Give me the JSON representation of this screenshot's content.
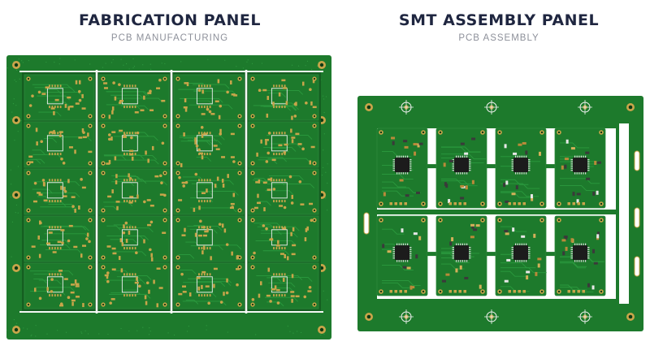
{
  "panels": {
    "fabrication": {
      "title": "FABRICATION PANEL",
      "subtitle": "PCB MANUFACTURING",
      "board_rows": 5,
      "board_cols": 4
    },
    "smt": {
      "title": "SMT ASSEMBLY PANEL",
      "subtitle": "PCB ASSEMBLY",
      "board_rows": 2,
      "board_cols": 4
    }
  },
  "colors": {
    "solder_mask": "#1d7a2c",
    "solder_mask_dark": "#155f21",
    "copper_pad": "#c8a54a",
    "silkscreen": "#f2f2f2",
    "chip": "#1c1c1c",
    "title_text": "#1f2640",
    "subtitle_text": "#8d909a"
  }
}
